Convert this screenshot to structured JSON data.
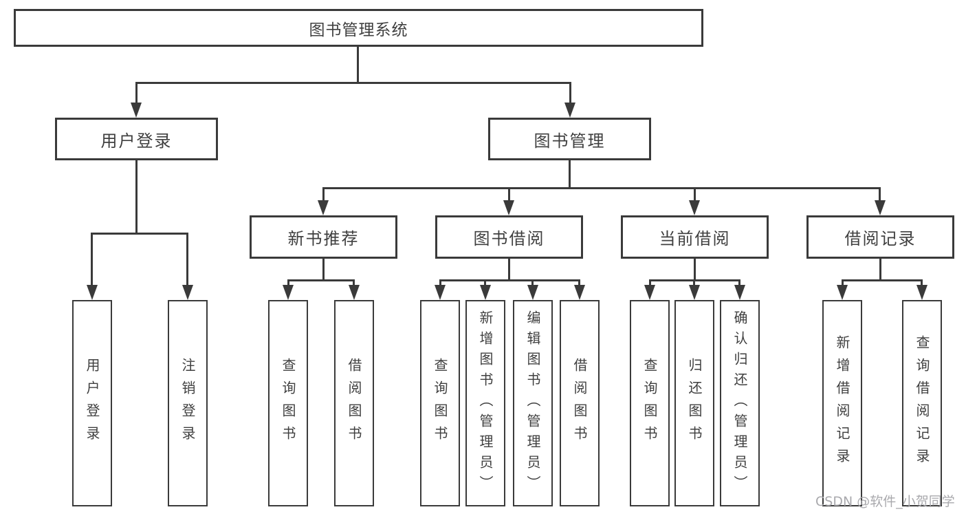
{
  "diagram": {
    "title": "图书管理系统",
    "level2": {
      "user_login": "用户登录",
      "book_management": "图书管理"
    },
    "level3": {
      "new_book_recommend": "新书推荐",
      "book_borrowing": "图书借阅",
      "current_borrowing": "当前借阅",
      "borrow_records": "借阅记录"
    },
    "leaves": {
      "user_login": [
        "用户登录",
        "注销登录"
      ],
      "new_book_recommend": [
        "查询图书",
        "借阅图书"
      ],
      "book_borrowing": [
        "查询图书",
        "新增图书（管理员）",
        "编辑图书（管理员）",
        "借阅图书"
      ],
      "current_borrowing": [
        "查询图书",
        "归还图书",
        "确认归还（管理员）"
      ],
      "borrow_records": [
        "新增借阅记录",
        "查询借阅记录"
      ]
    },
    "watermark": "CSDN @软件_小贺同学",
    "colors": {
      "line": "#3a3a3a",
      "text": "#3f3f3f",
      "watermark": "#a9a9ad",
      "background": "#ffffff"
    }
  }
}
